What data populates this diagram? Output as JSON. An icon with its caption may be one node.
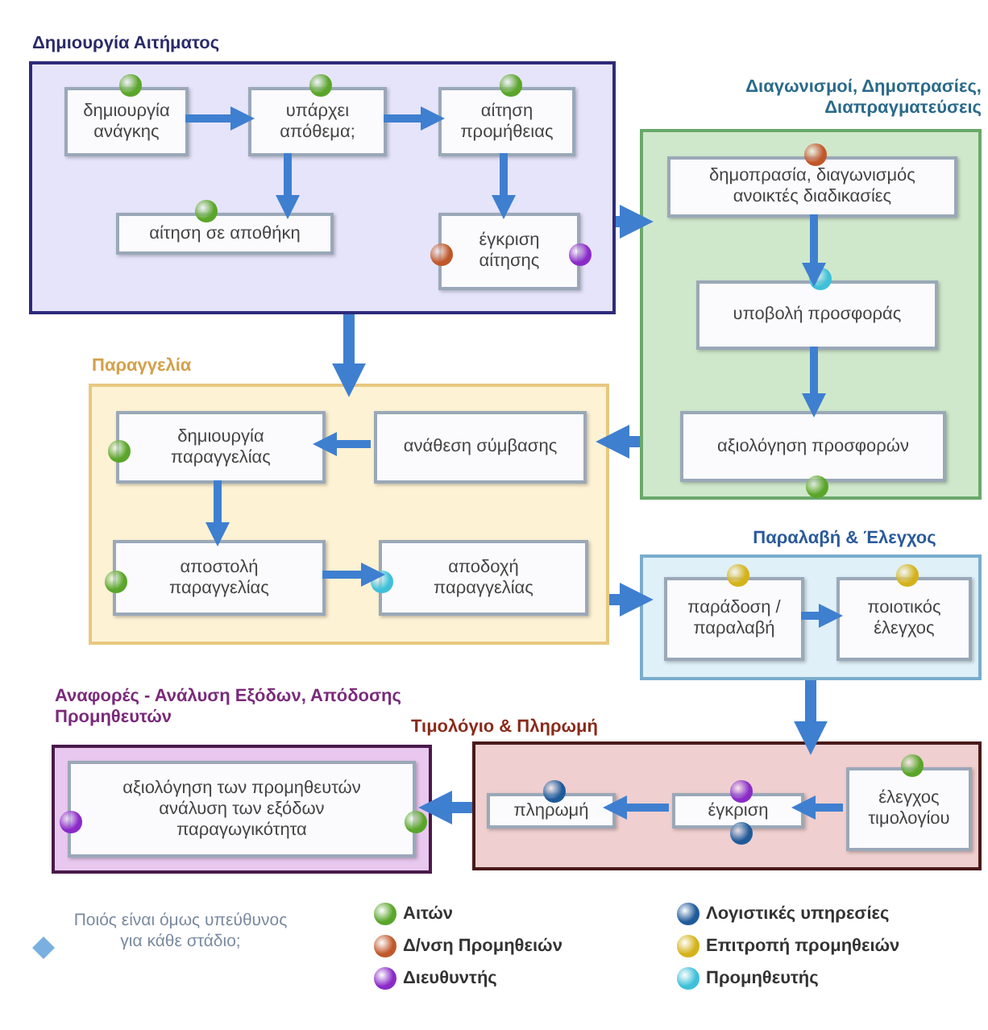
{
  "diagram": {
    "nodes": [
      {
        "text": [
          "Δημιουργία Αιτήματος"
        ]
      },
      {
        "text": [
          "δημιουργία ανάγκης"
        ],
        "in": 0
      },
      {
        "text": [
          "υπάρχει απόθεμα;"
        ],
        "in": 0
      },
      {
        "text": [
          "αίτηση προμήθειας"
        ],
        "in": 0
      },
      {
        "text": [
          "αίτηση σε αποθήκη"
        ],
        "in": 0
      },
      {
        "text": [
          "έγκριση αίτησης"
        ],
        "in": 0
      },
      {
        "text": [
          "Διαγωνισμοί, Δημοπρασίες, Διαπραγματεύσεις"
        ]
      },
      {
        "text": [
          "δημοπρασία, διαγωνισμός ανοικτές διαδικασίες"
        ],
        "in": 6
      },
      {
        "text": [
          "υποβολή προσφοράς"
        ],
        "in": 6
      },
      {
        "text": [
          "αξιολόγηση προσφορών"
        ],
        "in": 6
      },
      {
        "text": [
          "Παραγγελία"
        ]
      },
      {
        "text": [
          "δημιουργία παραγγελίας"
        ],
        "in": 10
      },
      {
        "text": [
          "ανάθεση σύμβασης"
        ],
        "in": 10
      },
      {
        "text": [
          "αποστολή παραγγελίας"
        ],
        "in": 10
      },
      {
        "text": [
          "αποδοχή παραγγελίας"
        ],
        "in": 10
      },
      {
        "text": [
          "Παραλαβή & Έλεγχος"
        ]
      },
      {
        "text": [
          "παράδοση / παραλαβή"
        ],
        "in": 15
      },
      {
        "text": [
          "ποιοτικός έλεγχος"
        ],
        "in": 15
      },
      {
        "text": [
          "Τιμολόγιο & Πληρωμή"
        ]
      },
      {
        "text": [
          "πληρωμή"
        ],
        "in": 18
      },
      {
        "text": [
          "έγκριση"
        ],
        "in": 18
      },
      {
        "text": [
          "έλεγχος τιμολογίου"
        ],
        "in": 18
      },
      {
        "text": [
          "Αναφορές - Ανάλυση Εξόδων, Απόδοσης Προμηθευτών"
        ]
      },
      {
        "text": [
          "αξιολόγηση των προμηθευτών ανάλυση των εξόδων παραγωγικότητα"
        ],
        "in": 22
      }
    ],
    "edges": [
      {
        "from": 1,
        "to": 2,
        "arrow": "to"
      },
      {
        "from": 2,
        "to": 3,
        "arrow": "to"
      },
      {
        "from": 2,
        "to": 4,
        "arrow": "to"
      },
      {
        "from": 3,
        "to": 5,
        "arrow": "to"
      },
      {
        "from": 0,
        "to": 6,
        "arrow": "to"
      },
      {
        "from": 0,
        "to": 10,
        "arrow": "to"
      },
      {
        "from": 7,
        "to": 8,
        "arrow": "to"
      },
      {
        "from": 8,
        "to": 9,
        "arrow": "to"
      },
      {
        "from": 6,
        "to": 10,
        "arrow": "to"
      },
      {
        "from": 12,
        "to": 11,
        "arrow": "to"
      },
      {
        "from": 11,
        "to": 13,
        "arrow": "to"
      },
      {
        "from": 13,
        "to": 14,
        "arrow": "to"
      },
      {
        "from": 10,
        "to": 15,
        "arrow": "to"
      },
      {
        "from": 16,
        "to": 17,
        "arrow": "to"
      },
      {
        "from": 15,
        "to": 18,
        "arrow": "to"
      },
      {
        "from": 21,
        "to": 20,
        "arrow": "to"
      },
      {
        "from": 20,
        "to": 19,
        "arrow": "to"
      },
      {
        "from": 18,
        "to": 22,
        "arrow": "to"
      }
    ],
    "labels": [
      "Ποιός είναι όμως υπεύθυνος για κάθε στάδιο;"
    ],
    "legend": [
      {
        "text": "Αιτών",
        "color": "#5aa52a"
      },
      {
        "text": "Δ/νση Προμηθειών",
        "color": "#c0582a"
      },
      {
        "text": "Διευθυντής",
        "color": "#8a2bc8"
      },
      {
        "text": "Λογιστικές υπηρεσίες",
        "color": "#1f5a9a"
      },
      {
        "text": "Επιτροπή προμηθειών",
        "color": "#d4b21a"
      },
      {
        "text": "Προμηθευτής",
        "color": "#3ec0d8"
      }
    ]
  }
}
